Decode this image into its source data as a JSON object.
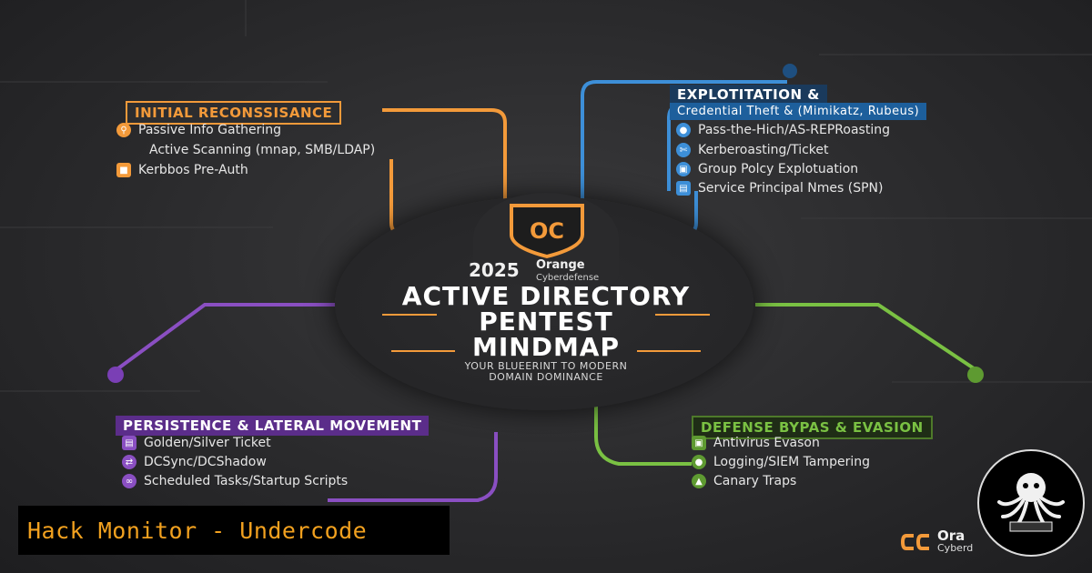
{
  "center": {
    "year": "2025",
    "brand_name": "Orange",
    "brand_sub": "Cyberdefense",
    "title_line1": "ACTIVE DIRECTORY",
    "title_line2": "PENTEST",
    "title_line3": "MINDMAP",
    "subtitle_line1": "YOUR BLUEERINT TO MODERN",
    "subtitle_line2": "DOMAIN DOMINANCE",
    "logo_letters": "OC"
  },
  "recon": {
    "title": "INITIAL RECONSSISANCE",
    "color": "#f39a3a",
    "items": [
      "Passive Info Gathering",
      "Active Scanning (mnap, SMB/LDAP)",
      "Kerbbos Pre-Auth"
    ]
  },
  "exploit": {
    "title": "EXPLOTITATION &",
    "subtitle": "Credential Theft & (Mimikatz, Rubeus)",
    "color": "#3d8fd8",
    "items": [
      "Pass-the-Hich/AS-REPRoasting",
      "Kerberoasting/Ticket",
      "Group Polcy Explotuation",
      "Service Principal Nmes (SPN)"
    ]
  },
  "persist": {
    "title": "PERSISTENCE & LATERAL MOVEMENT",
    "color": "#8a4fc2",
    "items": [
      "Golden/Silver Ticket",
      "DCSync/DCShadow",
      "Scheduled Tasks/Startup Scripts"
    ]
  },
  "defense": {
    "title": "DEFENSE BYPAS & EVASION",
    "color": "#7ac143",
    "items": [
      "Antivirus Evason",
      "Logging/SIEM Tampering",
      "Canary Traps"
    ]
  },
  "banner": {
    "text": "Hack Monitor - Undercode"
  },
  "corner": {
    "name": "Ora",
    "sub": "Cyberd"
  },
  "icons": {
    "recon": [
      "search-icon",
      "target-icon",
      "key-icon"
    ],
    "exploit": [
      "user-icon",
      "ticket-icon",
      "lock-icon",
      "server-icon"
    ],
    "persist": [
      "ticket-icon",
      "sync-icon",
      "link-icon"
    ],
    "defense": [
      "shield-icon",
      "user-icon",
      "bird-icon"
    ]
  }
}
